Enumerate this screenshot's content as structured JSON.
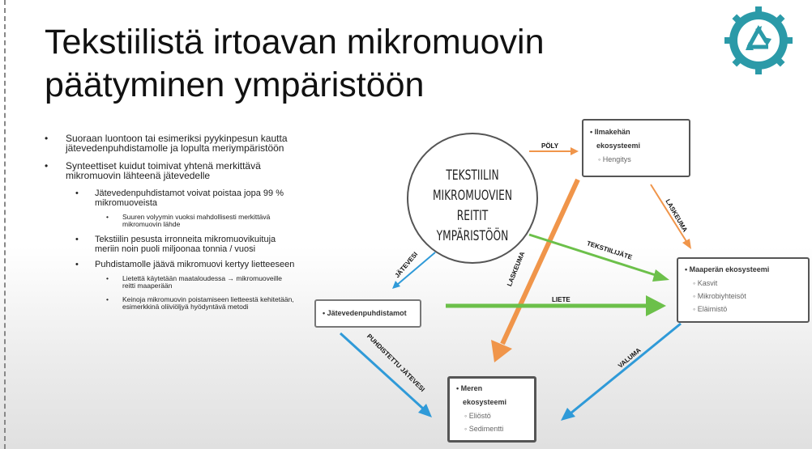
{
  "slide": {
    "title_line1": "Tekstiilistä irtoavan mikromuovin",
    "title_line2": "päätyminen ympäristöön",
    "logo": "recycle-gear-icon",
    "bullets": [
      {
        "level": 1,
        "text": "Suoraan luontoon tai esimeriksi pyykinpesun kautta jätevedenpuhdistamolle ja lopulta meriympäristöön"
      },
      {
        "level": 1,
        "text": "Synteettiset kuidut toimivat yhtenä merkittävä mikromuovin lähteenä jätevedelle"
      },
      {
        "level": 2,
        "text": "Jätevedenpuhdistamot voivat poistaa jopa 99 % mikromuoveista"
      },
      {
        "level": 3,
        "text": "Suuren volyymin vuoksi mahdollisesti merkittävä mikromuovin lähde"
      },
      {
        "level": 2,
        "text": "Tekstiilin pesusta irronneita mikromuovikuituja meriin noin puoli miljoonaa tonnia / vuosi"
      },
      {
        "level": 2,
        "text": "Puhdistamolle jäävä mikromuovi kertyy lietteeseen"
      },
      {
        "level": 3,
        "text": "Lietettä käytetään maataloudessa → mikromuoveille reitti maaperään"
      },
      {
        "level": 3,
        "text": "Keinoja mikromuovin poistamiseen lietteestä kehitetään, esimerkkinä oliiviöljyä hyödyntävä metodi"
      }
    ]
  },
  "diagram": {
    "center": [
      "TEKSTIILIN",
      "MIKROMUOVIEN REITIT",
      "YMPÄRISTÖÖN"
    ],
    "air": {
      "title1": "Ilmakehän",
      "title2": "ekosysteemi",
      "items": [
        "Hengitys"
      ]
    },
    "soil": {
      "title": "Maaperän ekosysteemi",
      "items": [
        "Kasvit",
        "Mikrobiyhteisöt",
        "Eläimistö"
      ]
    },
    "wwtp": {
      "title": "Jätevedenpuhdistamot"
    },
    "sea": {
      "title1": "Meren",
      "title2": "ekosysteemi",
      "items": [
        "Eliöstö",
        "Sedimentti"
      ]
    },
    "labels": {
      "poly": "PÖLY",
      "laskeuma1": "LASKEUMA",
      "laskeuma2": "LASKEUMA",
      "tekstiilijate": "TEKSTIILIJÄTE",
      "liete": "LIETE",
      "jatevesi": "JÄTEVESI",
      "puhdistettu": "PUHDISTETTU JÄTEVESI",
      "valuma": "VALUMA"
    },
    "colors": {
      "orange": "#f0954a",
      "green": "#6cc04a",
      "blue": "#2f9ad8"
    }
  }
}
